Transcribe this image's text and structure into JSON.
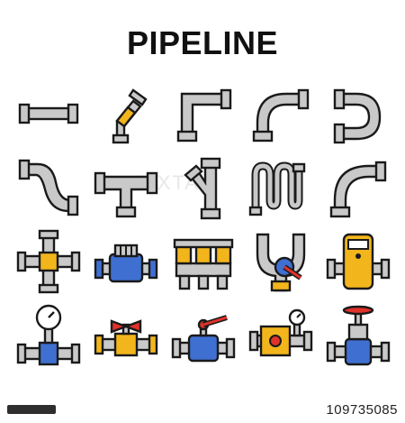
{
  "title": "PIPELINE",
  "watermark": "PIXTA",
  "stock_id": "109735085",
  "colors": {
    "pipe": "#c9c9c9",
    "outline": "#1a1a1a",
    "accent_yellow": "#f2b51c",
    "accent_blue": "#3f6fd1",
    "accent_red": "#e0322b"
  },
  "icons": [
    {
      "name": "straight-pipe-icon"
    },
    {
      "name": "angled-joint-pipe-icon"
    },
    {
      "name": "elbow-90-pipe-icon"
    },
    {
      "name": "curved-elbow-pipe-icon"
    },
    {
      "name": "u-bend-pipe-icon"
    },
    {
      "name": "s-bend-pipe-icon"
    },
    {
      "name": "tee-pipe-icon"
    },
    {
      "name": "y-branch-pipe-icon"
    },
    {
      "name": "zigzag-coil-pipe-icon"
    },
    {
      "name": "long-radius-elbow-pipe-icon"
    },
    {
      "name": "cross-pipe-icon"
    },
    {
      "name": "water-meter-pipe-icon"
    },
    {
      "name": "manifold-pipe-icon"
    },
    {
      "name": "y-junction-valve-icon"
    },
    {
      "name": "digital-meter-pipe-icon"
    },
    {
      "name": "pressure-gauge-pipe-icon"
    },
    {
      "name": "ball-valve-icon"
    },
    {
      "name": "lever-valve-pipe-icon"
    },
    {
      "name": "pump-gauge-pipe-icon"
    },
    {
      "name": "gate-valve-pipe-icon"
    }
  ]
}
